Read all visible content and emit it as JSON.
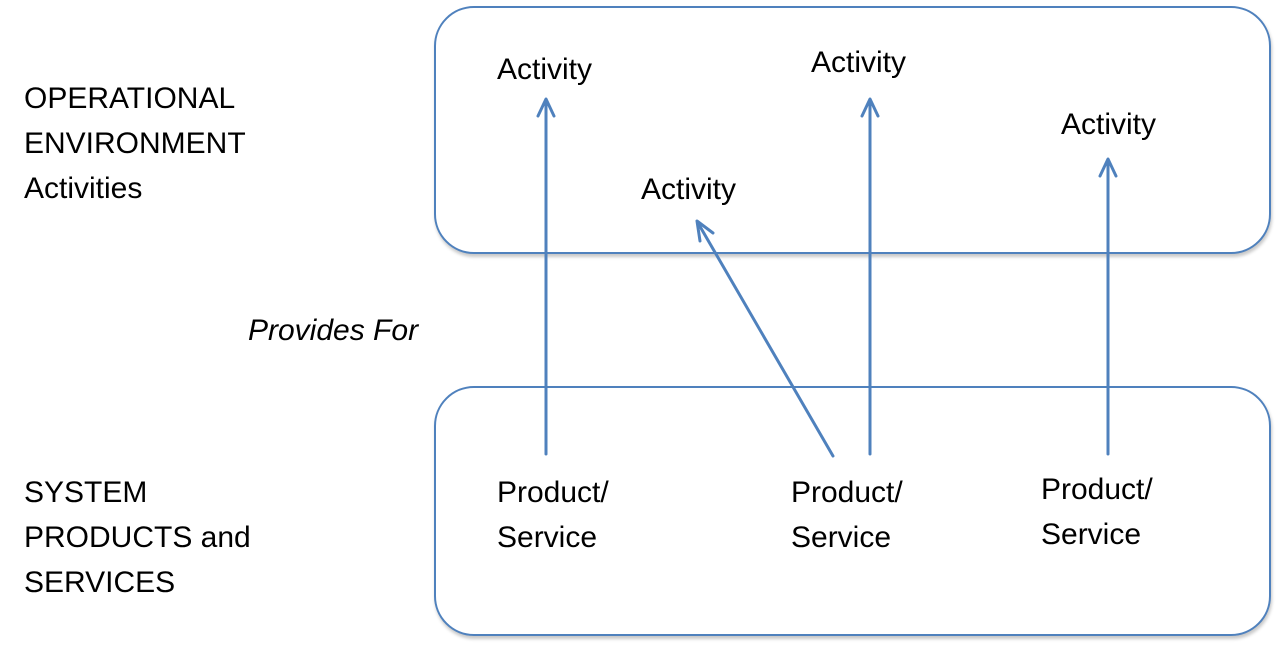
{
  "colors": {
    "line": "#4f81bd",
    "text": "#000000",
    "background": "#ffffff"
  },
  "left_labels": {
    "operational": [
      "OPERATIONAL",
      "ENVIRONMENT",
      "Activities"
    ],
    "system": [
      "SYSTEM",
      "PRODUCTS and",
      "SERVICES"
    ]
  },
  "relation_label": "Provides For",
  "activities": [
    "Activity",
    "Activity",
    "Activity",
    "Activity"
  ],
  "products": [
    [
      "Product/",
      "Service"
    ],
    [
      "Product/",
      "Service"
    ],
    [
      "Product/",
      "Service"
    ]
  ]
}
